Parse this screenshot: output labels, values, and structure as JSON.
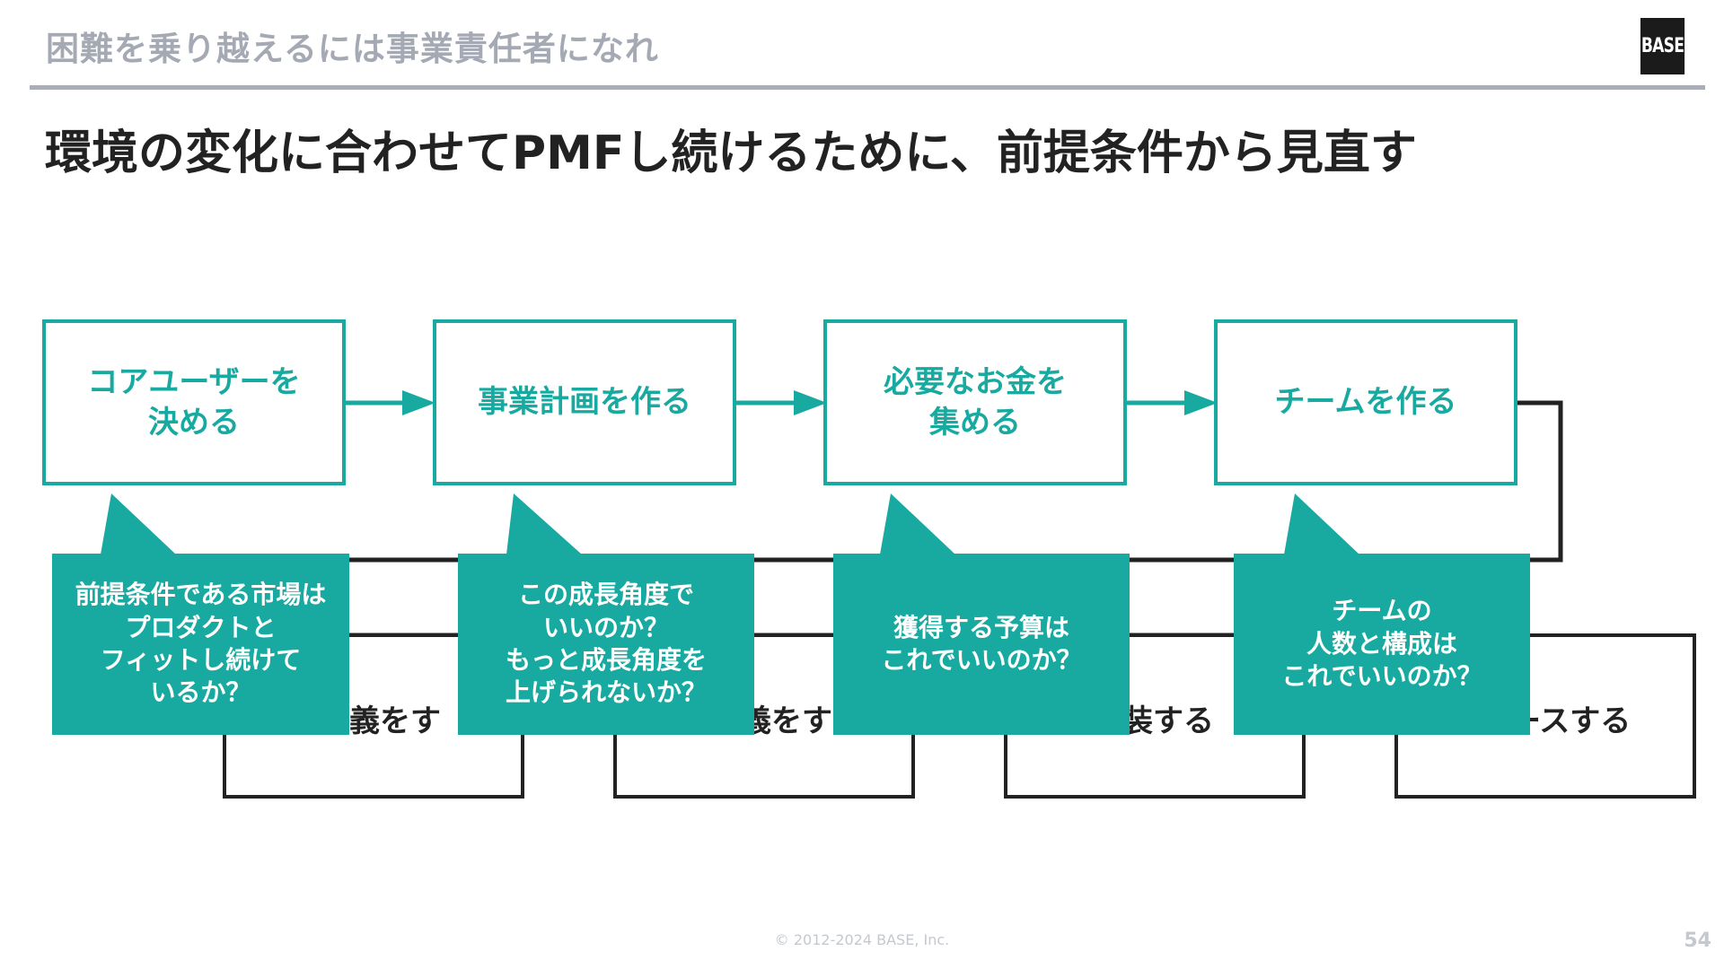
{
  "header": {
    "section_title": "困難を乗り越えるには事業責任者になれ",
    "logo_text": "BASE"
  },
  "title": "環境の変化に合わせてPMFし続けるために、前提条件から見直す",
  "top_steps": [
    {
      "label": "コアユーザーを\n決める"
    },
    {
      "label": "事業計画を作る"
    },
    {
      "label": "必要なお金を\n集める"
    },
    {
      "label": "チームを作る"
    }
  ],
  "bottom_steps": [
    {
      "visible_label": "定義をす"
    },
    {
      "visible_label": "義をす"
    },
    {
      "visible_label": "装する"
    },
    {
      "visible_label": "ースする"
    }
  ],
  "questions": [
    {
      "text": "前提条件である市場は\nプロダクトと\nフィットし続けて\nいるか？"
    },
    {
      "text": "この成長角度で\nいいのか？\nもっと成長角度を\n上げられないか？"
    },
    {
      "text": "獲得する予算は\nこれでいいのか？"
    },
    {
      "text": "チームの\n人数と構成は\nこれでいいのか？"
    }
  ],
  "footer": {
    "copyright": "© 2012-2024 BASE, Inc.",
    "page_number": "54"
  },
  "colors": {
    "accent": "#18aaa0",
    "dark": "#222222",
    "muted": "#a8adb8"
  }
}
